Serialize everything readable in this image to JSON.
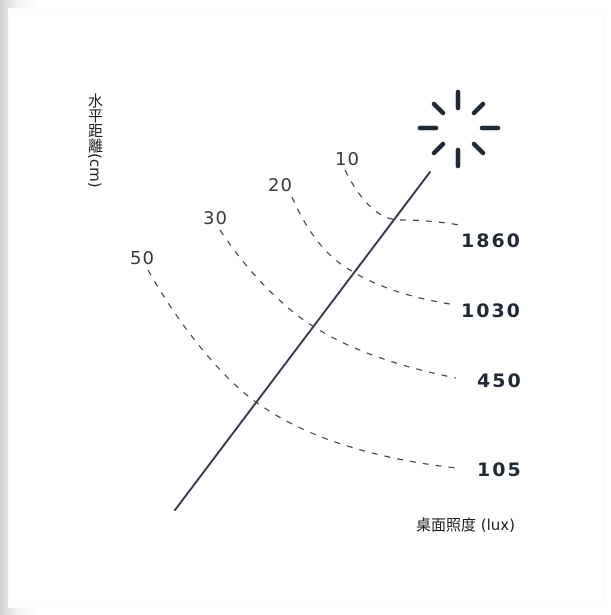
{
  "diagram": {
    "axis_titles": {
      "vertical": "水平距離(cm)",
      "horizontal": "桌面照度 (lux)"
    },
    "distance_labels": [
      "10",
      "20",
      "30",
      "50"
    ],
    "illuminance_labels": [
      "1860",
      "1030",
      "450",
      "105"
    ],
    "colors": {
      "line": "#2f3b4a",
      "dashed": "#3f3f3f",
      "text": "#1f2a36"
    },
    "icon": "light-source-icon"
  }
}
